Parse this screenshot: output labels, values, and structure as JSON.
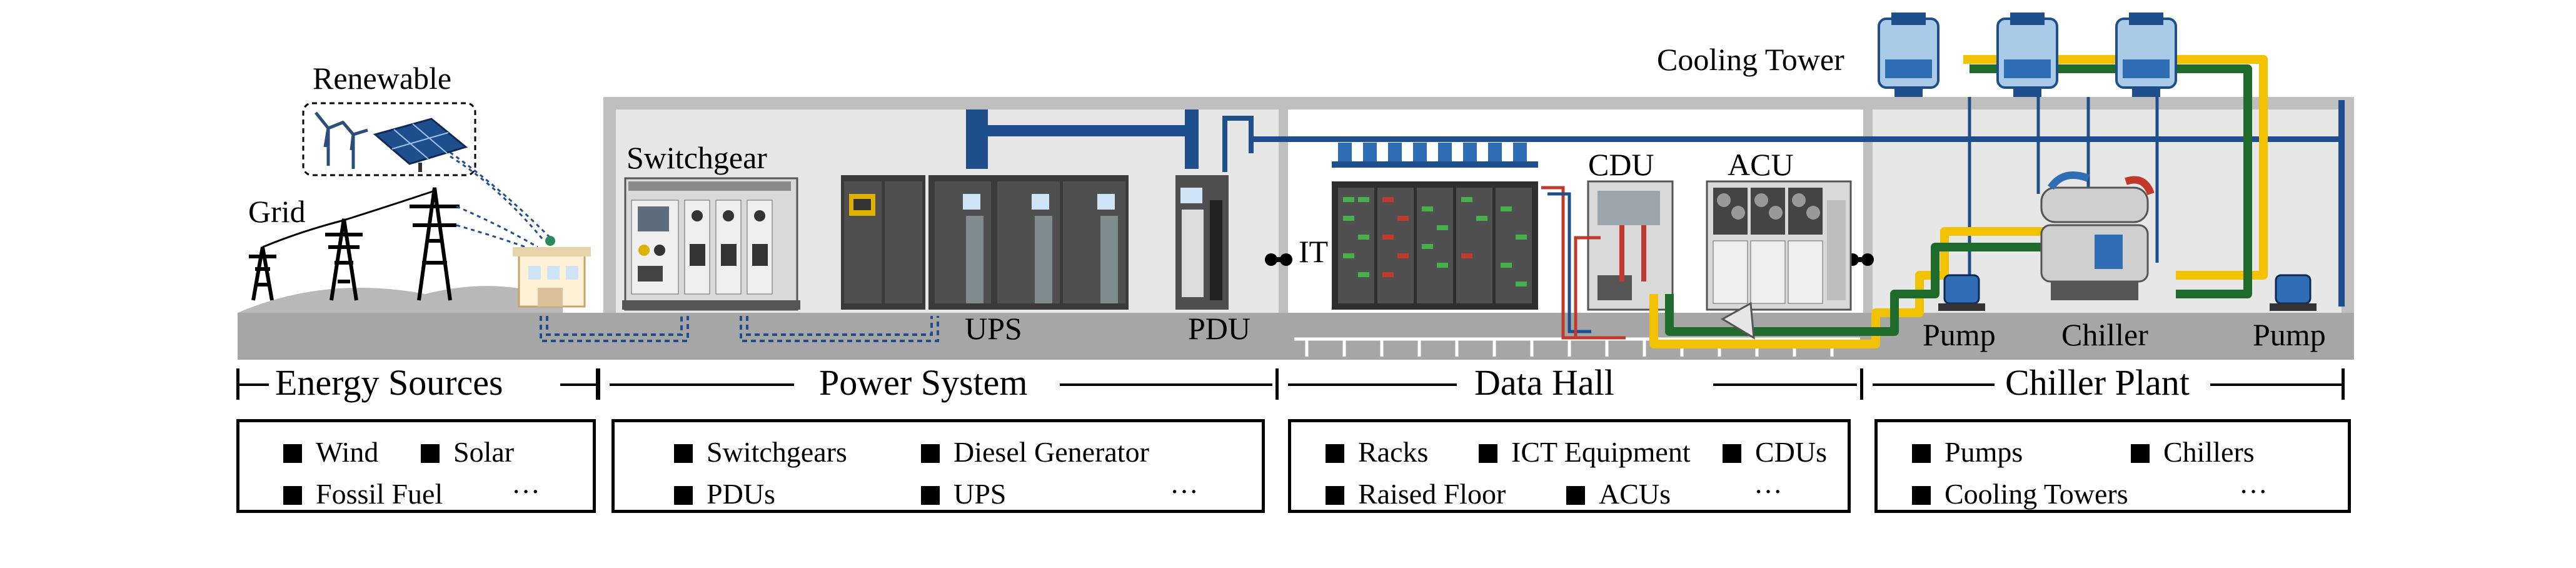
{
  "labels": {
    "renewable": "Renewable",
    "grid": "Grid",
    "switchgear": "Switchgear",
    "ups": "UPS",
    "pdu": "PDU",
    "it": "IT",
    "cdu": "CDU",
    "acu": "ACU",
    "cooling_tower": "Cooling Tower",
    "pump_left": "Pump",
    "chiller": "Chiller",
    "pump_right": "Pump"
  },
  "sections": [
    {
      "title": "Energy Sources",
      "items": [
        "Wind",
        "Solar",
        "Fossil Fuel"
      ],
      "ellipsis": "···"
    },
    {
      "title": "Power System",
      "items": [
        "Switchgears",
        "Diesel Generator",
        "PDUs",
        "UPS"
      ],
      "ellipsis": "···"
    },
    {
      "title": "Data Hall",
      "items": [
        "Racks",
        "ICT Equipment",
        "CDUs",
        "Raised Floor",
        "ACUs"
      ],
      "ellipsis": "···"
    },
    {
      "title": "Chiller Plant",
      "items": [
        "Pumps",
        "Chillers",
        "Cooling Towers"
      ],
      "ellipsis": "···"
    }
  ],
  "colors": {
    "ground": "#a6a6a6",
    "building": "#bfbfbf",
    "interior": "#e7e7e7",
    "power_line": "#1f4e8c",
    "pipe_yellow": "#f2c200",
    "pipe_green": "#1f6b2c",
    "pipe_red": "#c0392b",
    "tower_blue": "#a9cbe8"
  }
}
